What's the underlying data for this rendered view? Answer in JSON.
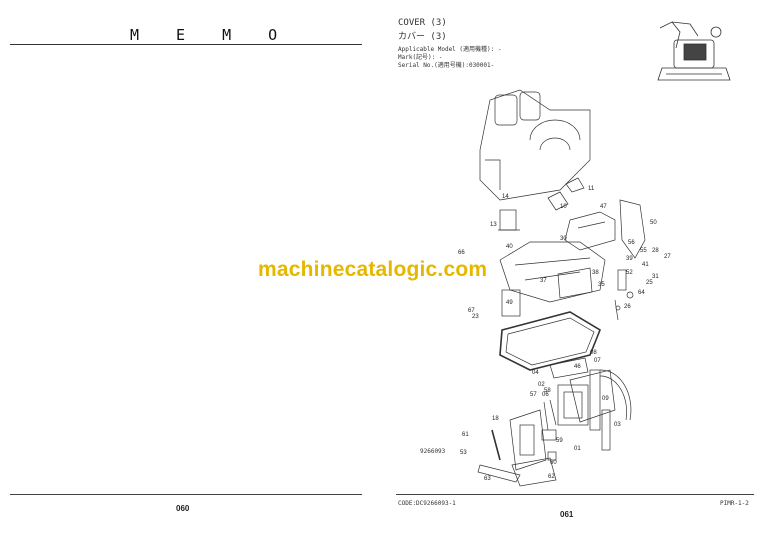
{
  "left_page": {
    "title": "M E M O",
    "page_number": "060"
  },
  "right_page": {
    "title_en": "COVER (3)",
    "title_jp": "カバー (3)",
    "applicable_model": "Applicable Model (適用機種): -",
    "mark": "Mark(記号): -",
    "serial_no": "Serial No.(適用号機):030001-",
    "drawing_id": "9266093",
    "code": "CODE:DC9266093-1",
    "page_number": "061",
    "section": "PIMR-1-2"
  },
  "watermark": "machinecatalogic.com",
  "watermark_color": "#e5b800",
  "callouts": [
    "11",
    "10",
    "14",
    "13",
    "47",
    "50",
    "30",
    "56",
    "55",
    "28",
    "27",
    "66",
    "40",
    "39",
    "41",
    "31",
    "52",
    "38",
    "37",
    "64",
    "25",
    "35",
    "49",
    "26",
    "23",
    "67",
    "08",
    "07",
    "46",
    "04",
    "02",
    "03",
    "06",
    "57",
    "58",
    "09",
    "18",
    "61",
    "59",
    "53",
    "60",
    "01",
    "63",
    "62"
  ]
}
